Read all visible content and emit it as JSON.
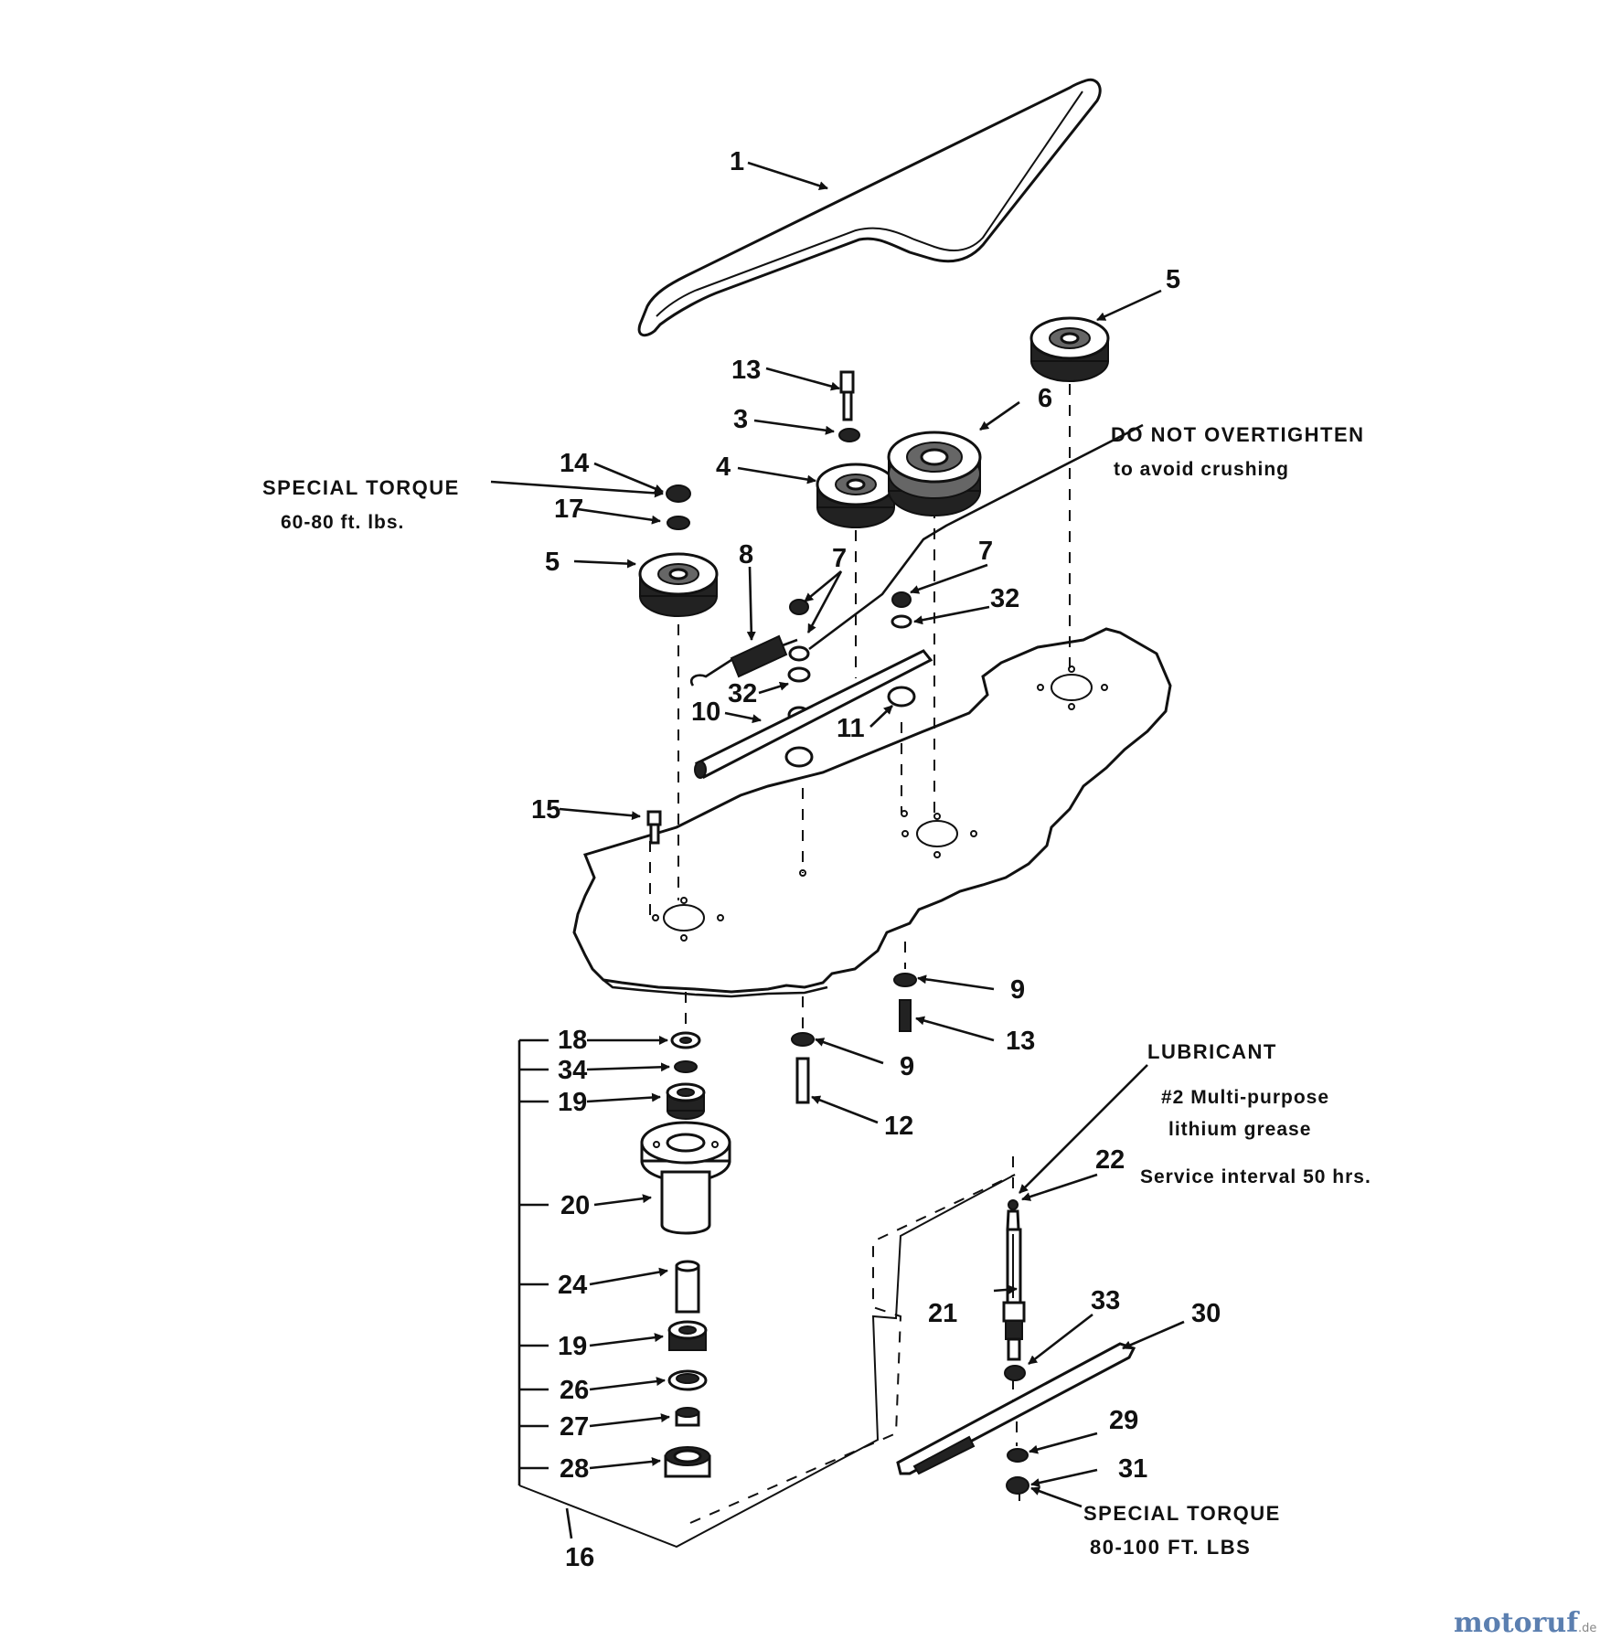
{
  "labels": {
    "p1": "1",
    "p3": "3",
    "p4": "4",
    "p5a": "5",
    "p5b": "5",
    "p6": "6",
    "p7a": "7",
    "p7b": "7",
    "p8": "8",
    "p9a": "9",
    "p9b": "9",
    "p10": "10",
    "p11": "11",
    "p12": "12",
    "p13a": "13",
    "p13b": "13",
    "p14": "14",
    "p15": "15",
    "p16": "16",
    "p17": "17",
    "p18": "18",
    "p19a": "19",
    "p19b": "19",
    "p20": "20",
    "p21": "21",
    "p22": "22",
    "p24": "24",
    "p26": "26",
    "p27": "27",
    "p28": "28",
    "p29": "29",
    "p30": "30",
    "p31": "31",
    "p32a": "32",
    "p32b": "32",
    "p33": "33",
    "p34": "34"
  },
  "notes": {
    "special_torque_top": "SPECIAL TORQUE",
    "torque_top_value": "60-80 ft. lbs.",
    "do_not_overtighten": "DO NOT OVERTIGHTEN",
    "avoid_crushing": "to avoid crushing",
    "lubricant": "LUBRICANT",
    "grease_line1": "#2 Multi-purpose",
    "grease_line2": "lithium grease",
    "service_interval": "Service interval 50 hrs.",
    "special_torque_bottom": "SPECIAL TORQUE",
    "torque_bottom_value": "80-100 FT. LBS"
  },
  "watermark": {
    "brand": "motoruf",
    "tld": ".de"
  }
}
